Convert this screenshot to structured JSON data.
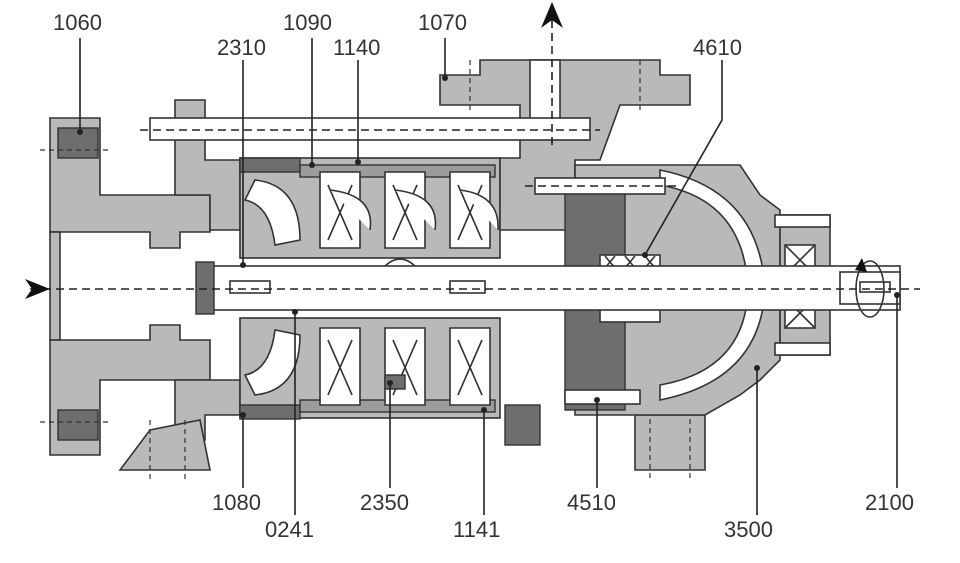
{
  "labels": {
    "l1060": "1060",
    "l1090": "1090",
    "l1070": "1070",
    "l2310": "2310",
    "l1140": "1140",
    "l4610": "4610",
    "l1080": "1080",
    "l0241": "0241",
    "l2350": "2350",
    "l1141": "1141",
    "l4510": "4510",
    "l3500": "3500",
    "l2100": "2100"
  },
  "colors": {
    "casing": "#b9b9b9",
    "dark_part": "#6e6e6e",
    "mid_part": "#9c9c9c",
    "lines": "#333333"
  }
}
